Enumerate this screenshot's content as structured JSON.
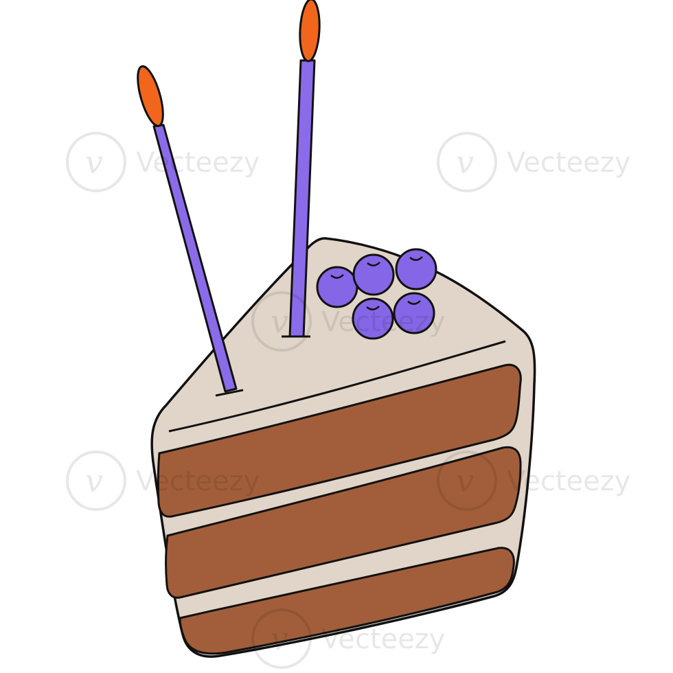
{
  "image": {
    "subject": "slice of layered cake with two lit candles and blueberries",
    "background_color": "#ffffff"
  },
  "colors": {
    "outline": "#111111",
    "frosting": "#e0d5c8",
    "cake": "#a25e3a",
    "candle": "#8a6bea",
    "flame": "#f1661c",
    "blueberry": "#8466e6"
  },
  "watermark": {
    "text": "Vecteezy",
    "logo_glyph": "v"
  }
}
